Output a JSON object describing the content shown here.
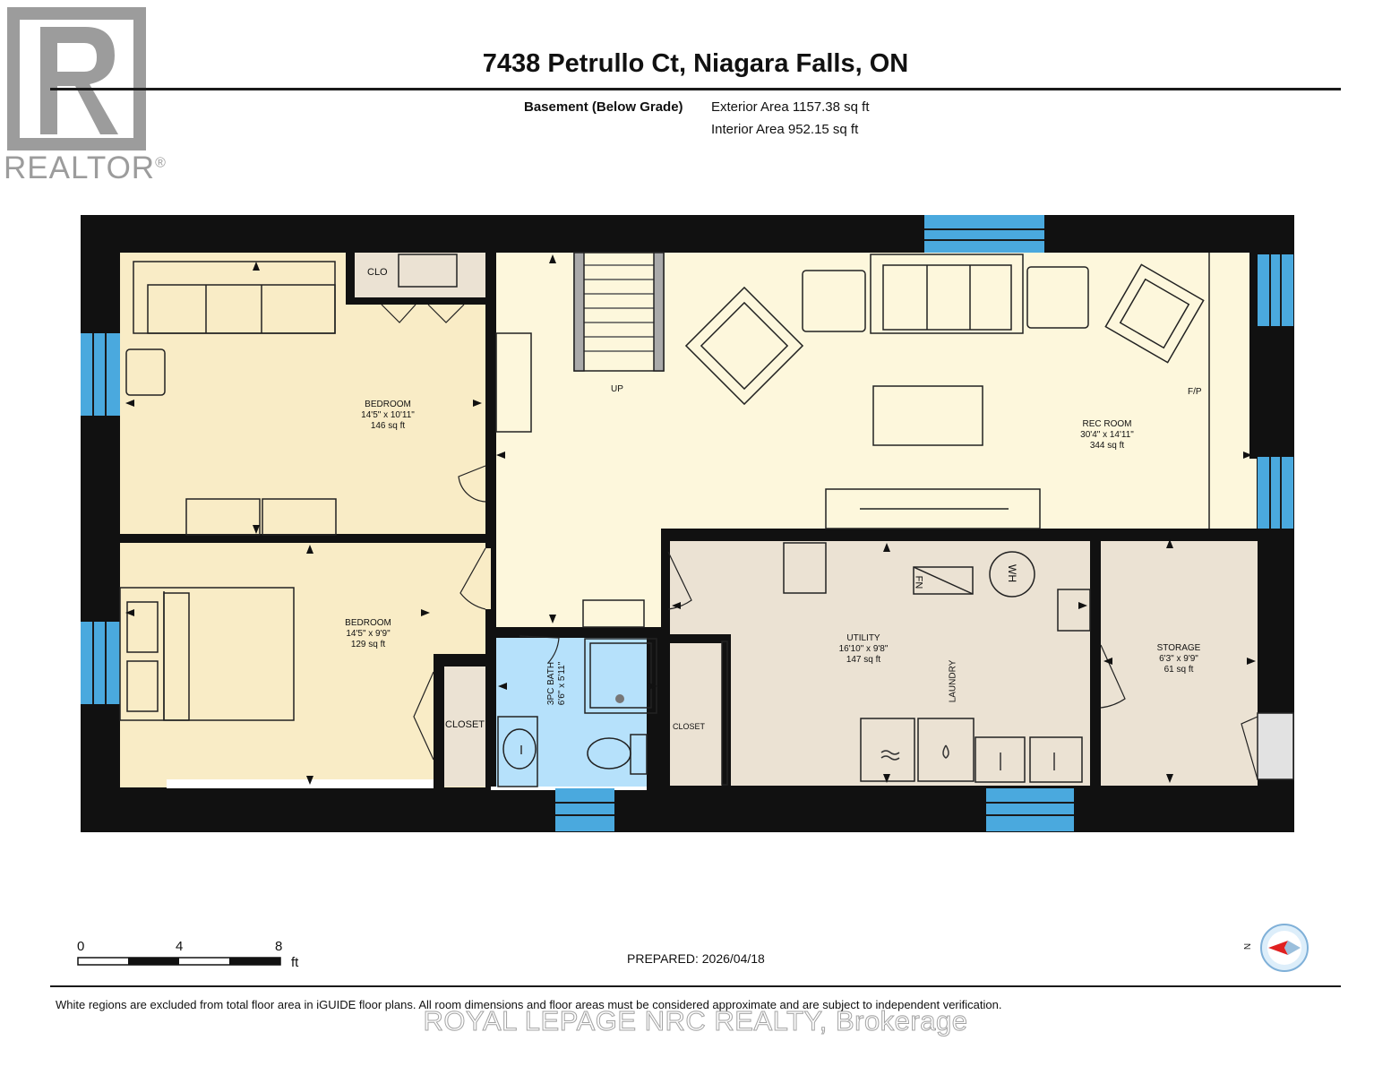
{
  "header": {
    "title": "7438 Petrullo Ct, Niagara Falls, ON",
    "level_label": "Basement (Below Grade)",
    "exterior_area": "Exterior Area 1157.38 sq ft",
    "interior_area": "Interior Area 952.15 sq ft"
  },
  "logo": {
    "text": "REALTOR",
    "mark": "®"
  },
  "rooms": {
    "bedroom1": {
      "name": "BEDROOM",
      "dims": "14'5\" x 10'11\"",
      "area": "146 sq ft"
    },
    "bedroom2": {
      "name": "BEDROOM",
      "dims": "14'5\" x 9'9\"",
      "area": "129 sq ft"
    },
    "rec_room": {
      "name": "REC ROOM",
      "dims": "30'4\" x 14'11\"",
      "area": "344 sq ft"
    },
    "utility": {
      "name": "UTILITY",
      "dims": "16'10\" x 9'8\"",
      "area": "147 sq ft"
    },
    "storage": {
      "name": "STORAGE",
      "dims": "6'3\" x 9'9\"",
      "area": "61 sq ft"
    },
    "bath": {
      "name": "3PC BATH",
      "dims": "6'6\" x 5'11\""
    },
    "clo_label": "CLO",
    "closet1_label": "CLOSET",
    "closet2_label": "CLOSET",
    "up_label": "UP",
    "fp_label": "F/P",
    "laundry_label": "LAUNDRY",
    "wh_label": "WH",
    "fn_label": "FN"
  },
  "scale": {
    "ticks": [
      "0",
      "4",
      "8"
    ],
    "unit": "ft"
  },
  "compass": {
    "label": "N"
  },
  "prepared": "PREPARED: 2026/04/18",
  "disclaimer": "White regions are excluded from total floor area in iGUIDE floor plans. All room dimensions and floor areas must be considered approximate and are subject to independent verification.",
  "brokerage": "ROYAL LEPAGE NRC REALTY, Brokerage",
  "colors": {
    "bedroom": "#f9ecc6",
    "rec_room": "#fdf7dc",
    "utility": "#ebe2d3",
    "bath": "#b6e1fb",
    "window": "#4aa9de",
    "wall": "#111111"
  }
}
